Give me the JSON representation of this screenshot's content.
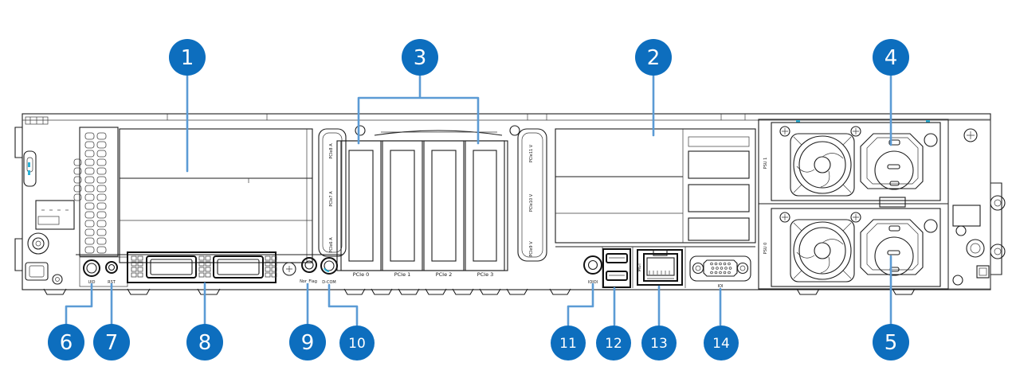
{
  "diagram_title": "server-rear-panel-callout-diagram",
  "colors": {
    "callout": "#0d6ebe",
    "leader": "#5b9bd5",
    "accent_cyan": "#2ab2d7",
    "line": "#1c1c1c"
  },
  "callouts": [
    {
      "num": "1",
      "target": "left-riser-slot-covers"
    },
    {
      "num": "2",
      "target": "right-riser-slot-covers"
    },
    {
      "num": "3",
      "target": "center-pcie-slots"
    },
    {
      "num": "4",
      "target": "psu-top-power-inlet"
    },
    {
      "num": "5",
      "target": "psu-bottom-power-inlet"
    },
    {
      "num": "6",
      "target": "uid-button"
    },
    {
      "num": "7",
      "target": "rst-button"
    },
    {
      "num": "8",
      "target": "qsfp-ports"
    },
    {
      "num": "9",
      "target": "nor-flag-button"
    },
    {
      "num": "10",
      "target": "d-com-port"
    },
    {
      "num": "11",
      "target": "serial-port"
    },
    {
      "num": "12",
      "target": "usb-ports"
    },
    {
      "num": "13",
      "target": "mgmt-lan-port"
    },
    {
      "num": "14",
      "target": "vga-port"
    }
  ],
  "panel_labels": {
    "uid": "UID",
    "rst": "RST",
    "nor_flag": "Nor_Flag",
    "d_com": "D-COM",
    "serial": "IOIOI",
    "vga": "IOI",
    "lan": "MGT",
    "pcie_bottom": [
      "PCIe 0",
      "PCIe 1",
      "PCIe 2",
      "PCIe 3"
    ],
    "left_riser": [
      "PCIe8 A",
      "PCIe7 A",
      "PCIe6 A"
    ],
    "right_riser": [
      "PCIe11 V",
      "PCIe10 V",
      "PCIe9 V"
    ],
    "psu_top": "PSU 1",
    "psu_bottom": "PSU 0"
  }
}
